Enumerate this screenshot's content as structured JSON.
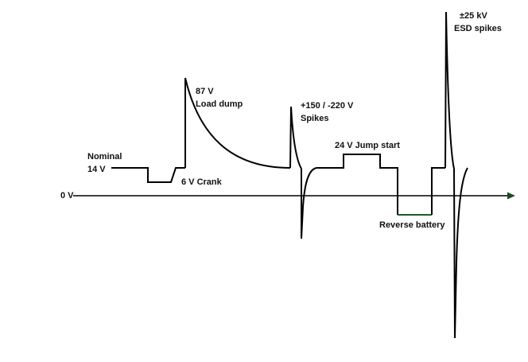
{
  "diagram": {
    "title": "Automotive supply voltage transients",
    "axis_label": "0 V",
    "colors": {
      "waveform": "#000000",
      "reverse_segment": "#1e5a26",
      "arrow": "#1e4a22"
    },
    "annotations": {
      "nominal_line1": "Nominal",
      "nominal_line2": "14 V",
      "crank": "6 V Crank",
      "load_dump_line1": "87 V",
      "load_dump_line2": "Load dump",
      "spikes_line1": "+150 / -220 V",
      "spikes_line2": "Spikes",
      "jump_start": "24 V Jump start",
      "reverse_battery": "Reverse battery",
      "esd_line1": "±25 kV",
      "esd_line2": "ESD spikes"
    }
  }
}
